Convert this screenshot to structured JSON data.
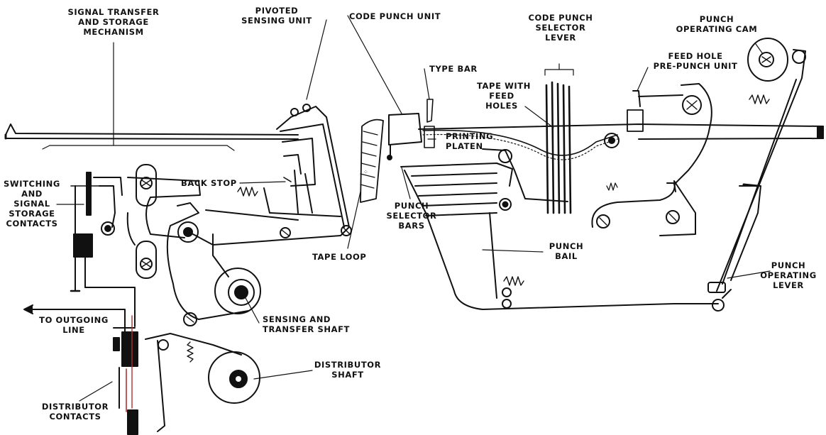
{
  "labels": {
    "signal_transfer": [
      "SIGNAL TRANSFER",
      "AND STORAGE",
      "MECHANISM"
    ],
    "pivoted_sensing": [
      "PIVOTED",
      "SENSING UNIT"
    ],
    "code_punch_unit": [
      "CODE PUNCH UNIT"
    ],
    "code_punch_selector": [
      "CODE PUNCH",
      "SELECTOR",
      "LEVER"
    ],
    "punch_operating_cam": [
      "PUNCH",
      "OPERATING CAM"
    ],
    "type_bar": [
      "TYPE BAR"
    ],
    "tape_feed_holes": [
      "TAPE WITH",
      "FEED",
      "HOLES"
    ],
    "feed_hole_prepunch": [
      "FEED HOLE",
      "PRE-PUNCH UNIT"
    ],
    "printing_platen": [
      "PRINTING",
      "PLATEN"
    ],
    "switching_contacts": [
      "SWITCHING",
      "AND",
      "SIGNAL",
      "STORAGE",
      "CONTACTS"
    ],
    "back_stop": [
      "BACK STOP"
    ],
    "punch_selector_bars": [
      "PUNCH",
      "SELECTOR",
      "BARS"
    ],
    "tape_loop": [
      "TAPE LOOP"
    ],
    "punch_bail": [
      "PUNCH",
      "BAIL"
    ],
    "punch_operating_lever": [
      "PUNCH",
      "OPERATING",
      "LEVER"
    ],
    "to_outgoing_line": [
      "TO OUTGOING",
      "LINE"
    ],
    "sensing_transfer_shaft": [
      "SENSING AND",
      "TRANSFER SHAFT"
    ],
    "distributor_shaft": [
      "DISTRIBUTOR",
      "SHAFT"
    ],
    "distributor_contacts": [
      "DISTRIBUTOR",
      "CONTACTS"
    ]
  },
  "colors": {
    "ink": "#111111",
    "wire_red": "#b03030",
    "background": "#ffffff"
  }
}
